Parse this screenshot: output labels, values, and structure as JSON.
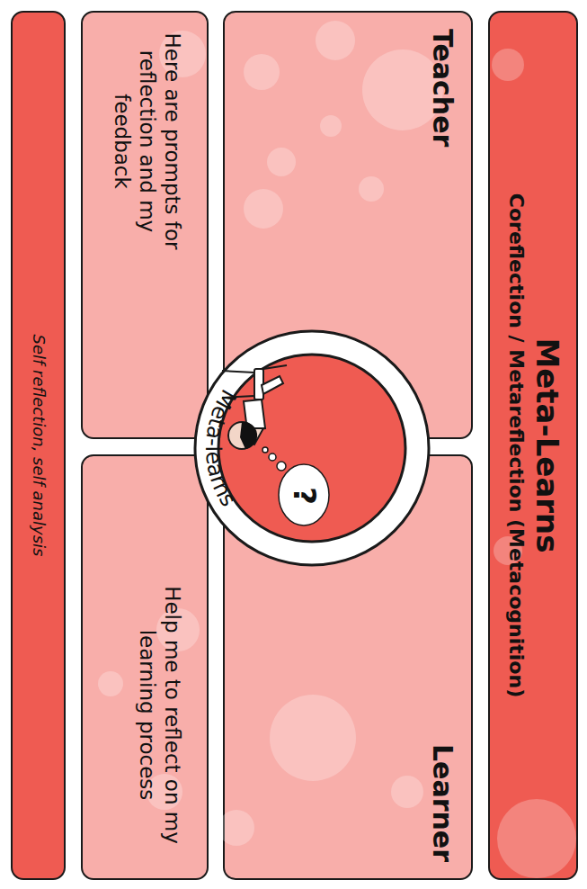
{
  "diagram": {
    "nodes": [
      {
        "text": [
          "Meta-Learns",
          "Coreflection / Metareflection (Metacognition)"
        ]
      },
      {
        "text": [
          "Teacher"
        ]
      },
      {
        "text": [
          "Learner"
        ]
      },
      {
        "text": [
          "Here are prompts for reflection and my feedback"
        ]
      },
      {
        "text": [
          "Help me to reflect on my learning process"
        ]
      },
      {
        "text": [
          "Meta-learns"
        ]
      },
      {
        "text": [
          "Self reflection, self analysis"
        ]
      }
    ],
    "labels": [
      "?"
    ]
  }
}
